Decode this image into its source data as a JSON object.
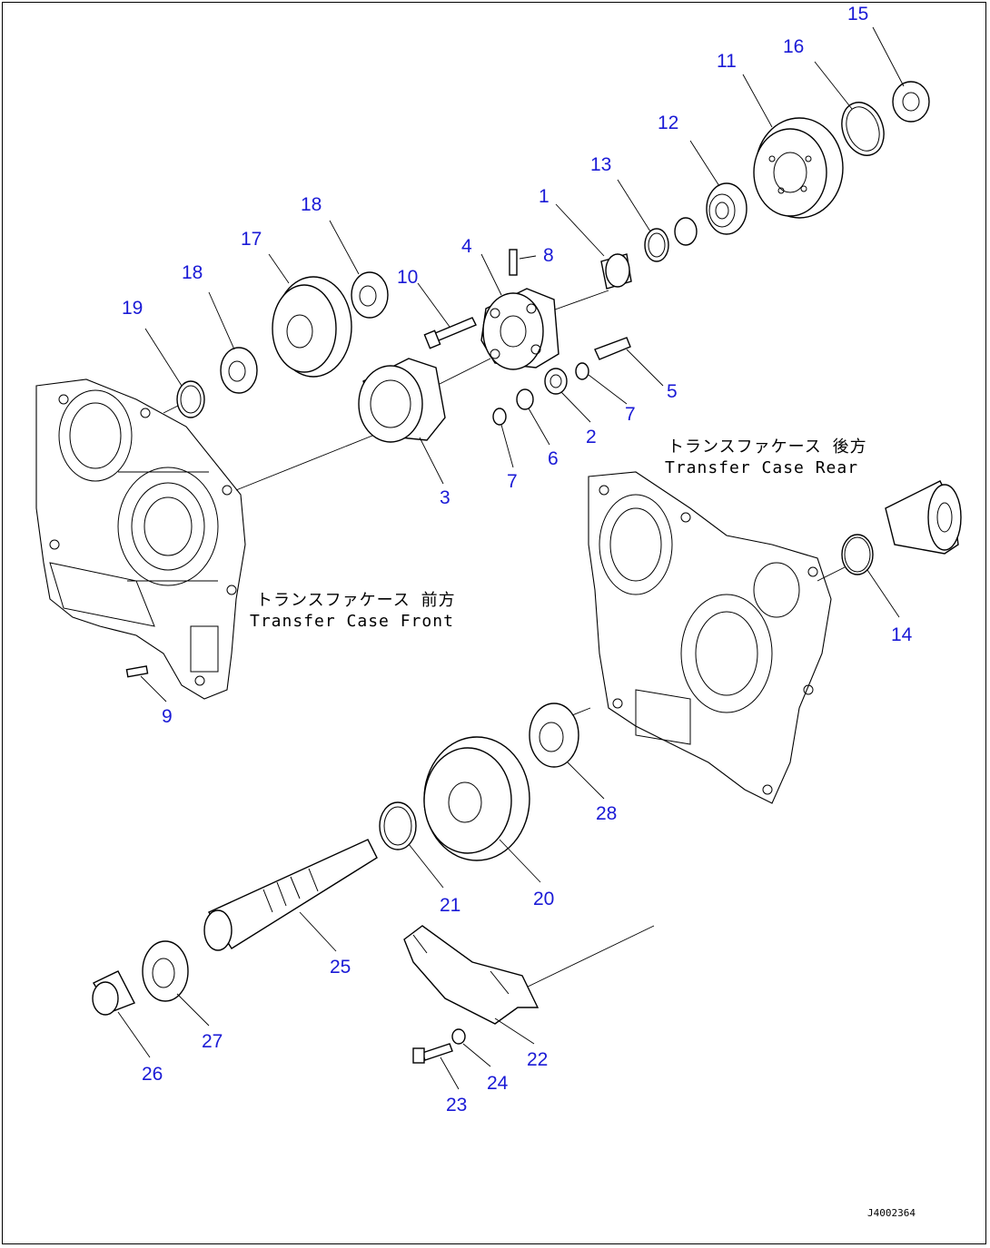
{
  "labels": {
    "front_jp": "トランスファケース 前方",
    "front_en": "Transfer Case Front",
    "rear_jp": "トランスファケース 後方",
    "rear_en": "Transfer Case Rear"
  },
  "drawing_code": "J4002364",
  "callouts": [
    "1",
    "2",
    "3",
    "4",
    "5",
    "6",
    "7",
    "7",
    "8",
    "9",
    "10",
    "11",
    "12",
    "13",
    "14",
    "15",
    "16",
    "17",
    "18",
    "18",
    "19",
    "20",
    "21",
    "22",
    "23",
    "24",
    "25",
    "26",
    "27",
    "28"
  ]
}
